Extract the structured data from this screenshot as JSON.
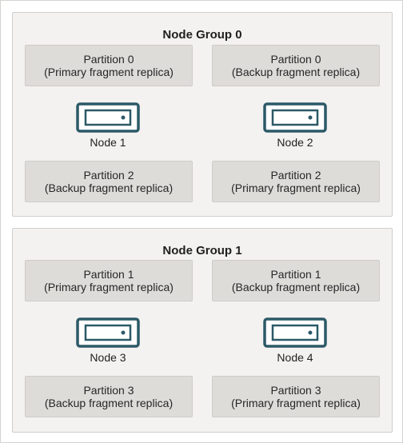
{
  "groups": [
    {
      "title": "Node Group 0",
      "partitions": [
        {
          "name": "Partition 0",
          "role": "(Primary fragment replica)"
        },
        {
          "name": "Partition 0",
          "role": "(Backup fragment replica)"
        },
        {
          "name": "Partition 2",
          "role": "(Backup fragment replica)"
        },
        {
          "name": "Partition 2",
          "role": "(Primary fragment replica)"
        }
      ],
      "nodes": [
        {
          "label": "Node 1",
          "icon": "server-icon"
        },
        {
          "label": "Node 2",
          "icon": "server-icon"
        }
      ]
    },
    {
      "title": "Node Group 1",
      "partitions": [
        {
          "name": "Partition 1",
          "role": "(Primary fragment replica)"
        },
        {
          "name": "Partition 1",
          "role": "(Backup fragment replica)"
        },
        {
          "name": "Partition 3",
          "role": "(Backup fragment replica)"
        },
        {
          "name": "Partition 3",
          "role": "(Primary fragment replica)"
        }
      ],
      "nodes": [
        {
          "label": "Node 3",
          "icon": "server-icon"
        },
        {
          "label": "Node 4",
          "icon": "server-icon"
        }
      ]
    }
  ],
  "colors": {
    "server_stroke": "#2c5967",
    "group_bg": "#f3f2f1",
    "partition_bg": "#dedcd9"
  }
}
